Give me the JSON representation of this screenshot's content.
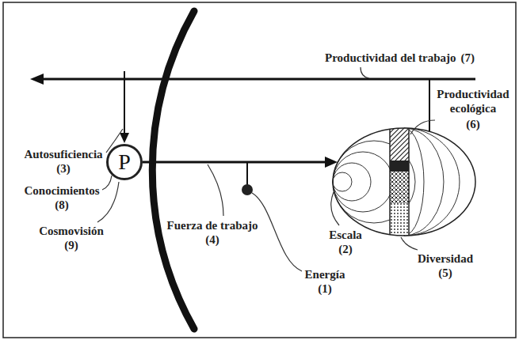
{
  "diagram": {
    "nodes": [
      {
        "text": [
          "P"
        ]
      }
    ],
    "labels": [
      "Productividad del trabajo",
      "(7)",
      "Productividad ecológica",
      "(6)",
      "Autosuficiencia",
      "(3)",
      "Conocimientos",
      "(8)",
      "Fuerza de trabajo",
      "(4)",
      "Cosmovisión",
      "(9)",
      "Escala",
      "(2)",
      "Diversidad",
      "(5)",
      "Energía",
      "(1)"
    ]
  }
}
